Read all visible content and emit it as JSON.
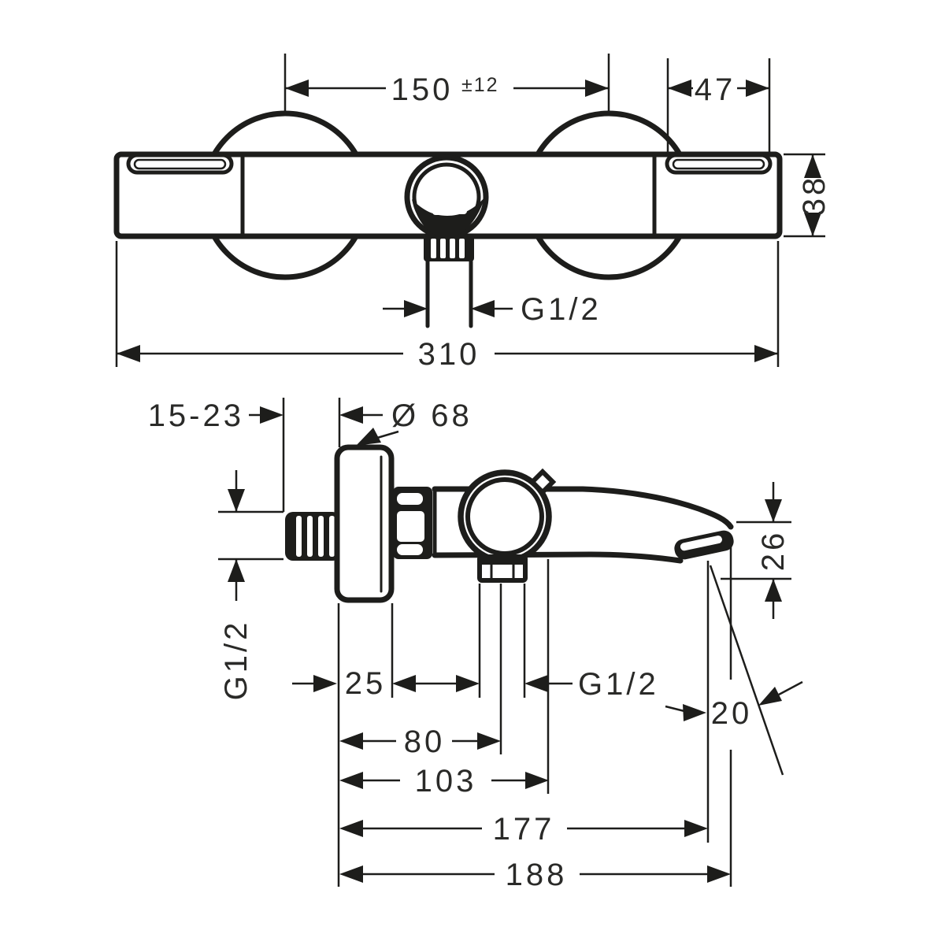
{
  "colors": {
    "line": "#1d1d1b",
    "background": "#ffffff"
  },
  "front_view": {
    "center_distance": "150",
    "center_distance_tolerance": "±12",
    "handle_slot_width": "47",
    "body_height": "38",
    "outlet_thread": "G1/2",
    "overall_width": "310"
  },
  "side_view": {
    "wall_distance_range": "15-23",
    "escutcheon_diameter": "Ø 68",
    "inlet_thread": "G1/2",
    "escutcheon_depth": "25",
    "spout_outlet_drop": "26",
    "bottom_outlet_thread": "G1/2",
    "outlet_edge_offset": "20",
    "outlet_center_distance": "80",
    "body_length": "103",
    "spout_outlet_reach": "177",
    "spout_tip_reach": "188"
  }
}
